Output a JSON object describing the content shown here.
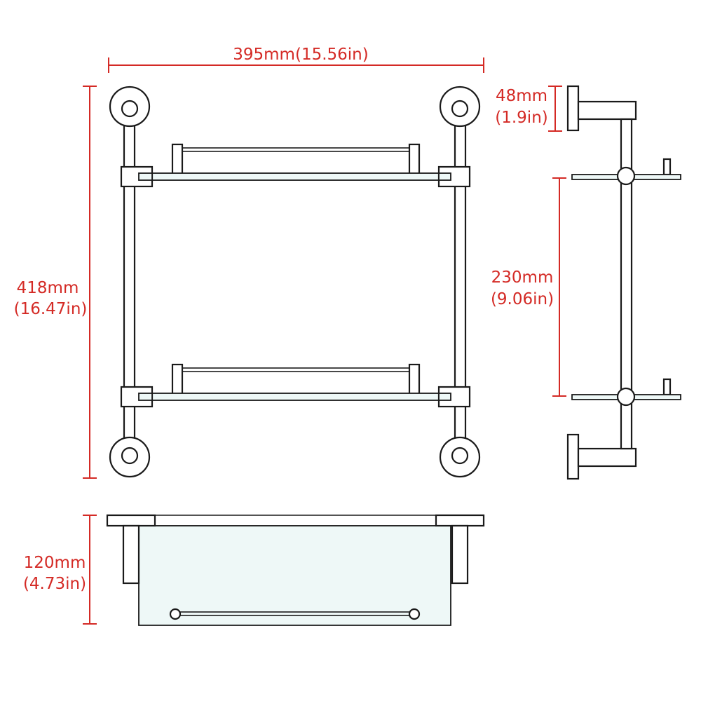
{
  "colors": {
    "dimension": "#d42a25",
    "outline": "#1a1a1a",
    "glass_tint": "#eef8f7",
    "background": "#ffffff"
  },
  "dimensions": {
    "width": {
      "metric": "395mm",
      "imperial": "(15.56in)"
    },
    "height": {
      "metric": "418mm",
      "imperial": "(16.47in)"
    },
    "wall_offset": {
      "metric": "48mm",
      "imperial": "(1.9in)"
    },
    "shelf_spacing": {
      "metric": "230mm",
      "imperial": "(9.06in)"
    },
    "depth": {
      "metric": "120mm",
      "imperial": "(4.73in)"
    }
  },
  "views": [
    "front-view",
    "side-view",
    "top-view"
  ]
}
